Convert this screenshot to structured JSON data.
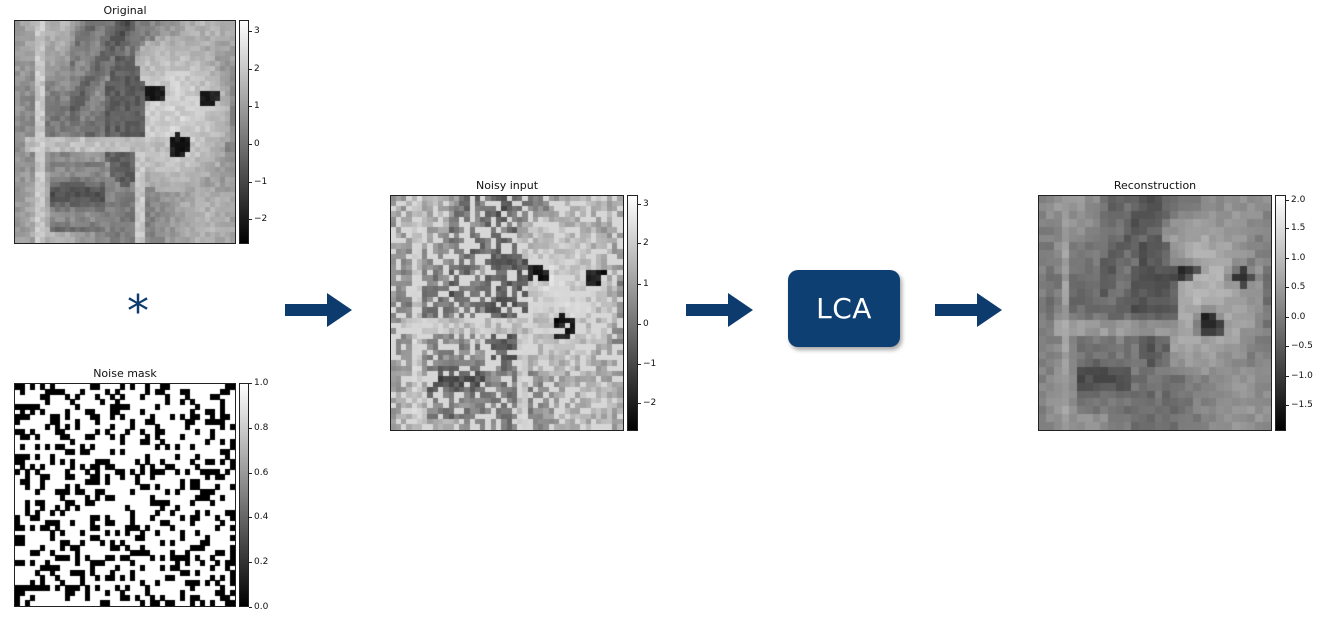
{
  "panels": {
    "original": {
      "title": "Original",
      "colorbar_ticks": [
        "3",
        "2",
        "1",
        "0",
        "−1",
        "−2"
      ],
      "colorbar_range": [
        -2.6,
        3.3
      ]
    },
    "noise_mask": {
      "title": "Noise mask",
      "colorbar_ticks": [
        "1.0",
        "0.8",
        "0.6",
        "0.4",
        "0.2",
        "0.0"
      ],
      "colorbar_range": [
        0.0,
        1.0
      ]
    },
    "noisy_input": {
      "title": "Noisy input",
      "colorbar_ticks": [
        "3",
        "2",
        "1",
        "0",
        "−1",
        "−2"
      ],
      "colorbar_range": [
        -2.7,
        3.3
      ]
    },
    "reconstruction": {
      "title": "Reconstruction",
      "colorbar_ticks": [
        "2.0",
        "1.5",
        "1.0",
        "0.5",
        "0.0",
        "−0.5",
        "−1.0",
        "−1.5"
      ],
      "colorbar_range": [
        -1.9,
        2.0
      ]
    }
  },
  "operator_symbol": "*",
  "lca_label": "LCA",
  "colors": {
    "accent": "#0d3f72",
    "arrow": "#0d3b6e"
  },
  "icons": [
    "arrow-right-icon",
    "asterisk-icon"
  ]
}
